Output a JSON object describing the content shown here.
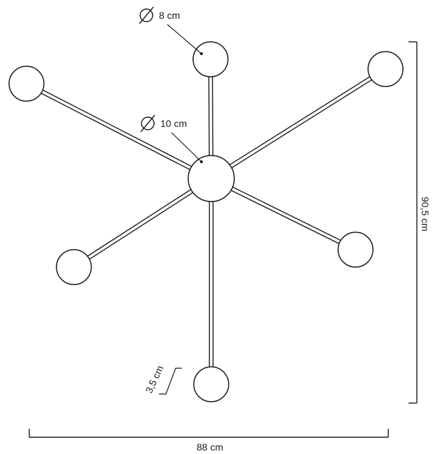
{
  "diagram": {
    "annotations": {
      "small_globe_diameter": "8 cm",
      "center_globe_diameter": "10 cm",
      "arm_thickness": "3,5 cm",
      "total_width": "88 cm",
      "total_height": "90,5 cm",
      "diameter_symbol": "∅"
    },
    "globes": [
      "top",
      "upper-left",
      "upper-right",
      "lower-left",
      "lower-right",
      "bottom"
    ],
    "colors": {
      "stroke": "#1a1a1a",
      "background": "#ffffff"
    }
  }
}
